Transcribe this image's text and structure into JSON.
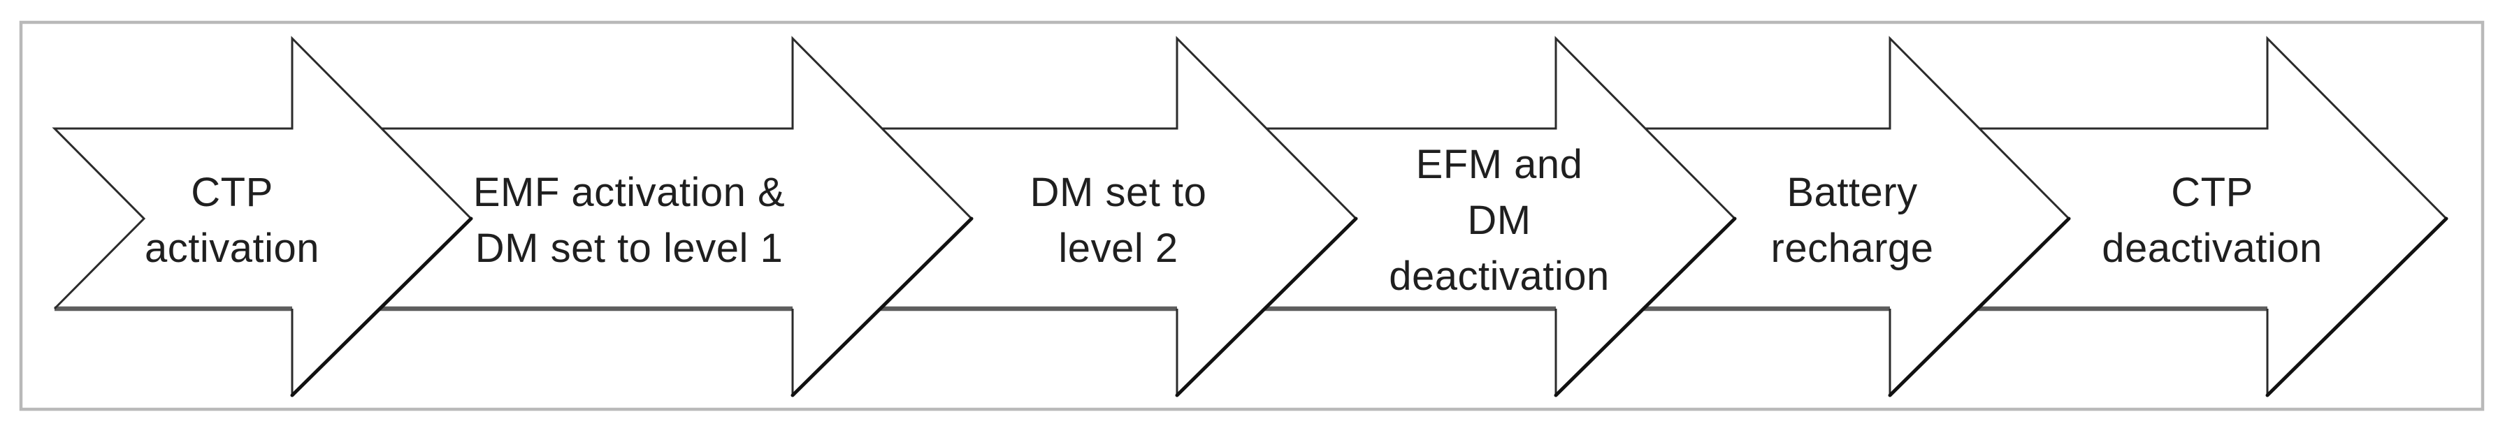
{
  "figure": {
    "description": "Process flow diagram of six chevron block arrows inside a gray frame",
    "colors": {
      "background": "#ffffff",
      "frame_border": "#b9b9b9",
      "arrow_fill": "#ffffff",
      "arrow_outline": "#2b2b2b",
      "arrow_bottom_edge": "#5e5e5e",
      "arrow_head_lower_edge": "#111111",
      "label_text": "#1f1f1f"
    },
    "steps": [
      {
        "id": 1,
        "label": "CTP activation",
        "lines": [
          "CTP",
          "activation"
        ]
      },
      {
        "id": 2,
        "label": "EMF activation & DM set to level 1",
        "lines": [
          "EMF activation &",
          "DM set to level 1"
        ]
      },
      {
        "id": 3,
        "label": "DM set to level 2",
        "lines": [
          "DM set to",
          "level 2"
        ]
      },
      {
        "id": 4,
        "label": "EFM and DM deactivation",
        "lines": [
          "EFM and",
          "DM",
          "deactivation"
        ]
      },
      {
        "id": 5,
        "label": "Battery recharge",
        "lines": [
          "Battery",
          "recharge"
        ]
      },
      {
        "id": 6,
        "label": "CTP deactivation",
        "lines": [
          "CTP",
          "deactivation"
        ]
      }
    ]
  }
}
